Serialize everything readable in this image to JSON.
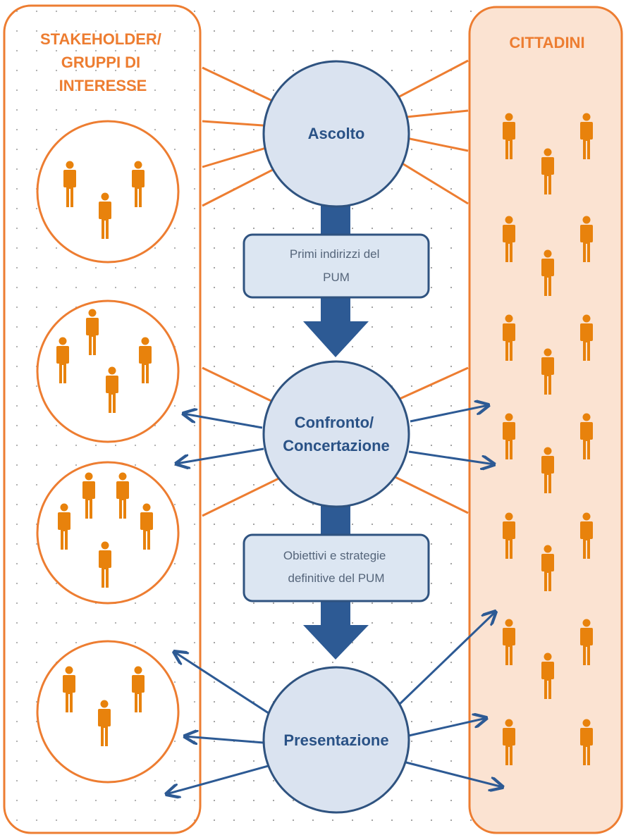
{
  "colors": {
    "orange": "#ED7D31",
    "person_orange": "#E8820C",
    "panel_fill_right": "#FBE3D2",
    "circle_fill": "#DAE3F0",
    "circle_stroke": "#2F5380",
    "box_fill": "#DCE6F2",
    "flow_arrow": "#2D5A94",
    "label_blue": "#2A5286",
    "step_text": "#55657A"
  },
  "icons": {
    "person": "person-icon"
  },
  "left_panel": {
    "title_lines": [
      "STAKEHOLDER/",
      "GRUPPI DI",
      "INTERESSE"
    ]
  },
  "right_panel": {
    "title": "CITTADINI"
  },
  "stages": {
    "ascolto": "Ascolto",
    "confronto_lines": [
      "Confronto/",
      "Concertazione"
    ],
    "presentazione": "Presentazione"
  },
  "steps": {
    "primi_lines": [
      "Primi indirizzi del",
      "PUM"
    ],
    "obiettivi_lines": [
      "Obiettivi  e strategie",
      "definitive  del PUM"
    ]
  }
}
